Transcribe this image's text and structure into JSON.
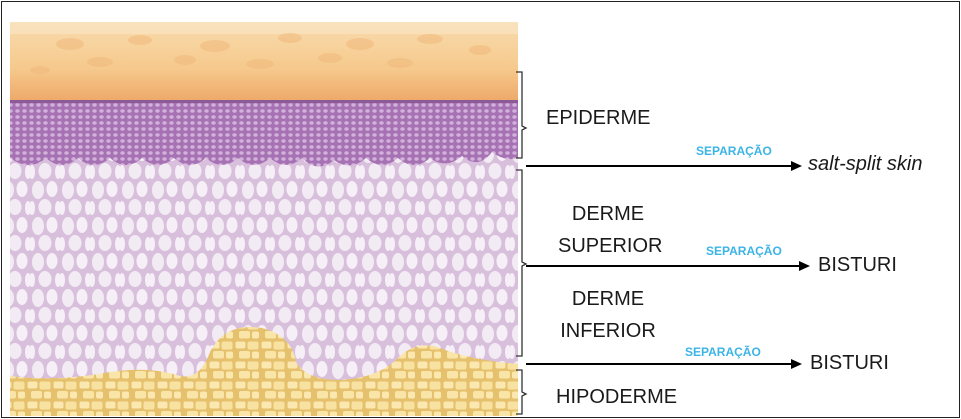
{
  "labels": {
    "epiderme": "EPIDERME",
    "derme_superior_line1": "DERME",
    "derme_superior_line2": "SUPERIOR",
    "derme_inferior_line1": "DERME",
    "derme_inferior_line2": "INFERIOR",
    "hipoderme": "HIPODERME"
  },
  "separations": [
    {
      "tag": "SEPARAÇÃO",
      "result": "salt-split skin"
    },
    {
      "tag": "SEPARAÇÃO",
      "result": "BISTURI"
    },
    {
      "tag": "SEPARAÇÃO",
      "result": "BISTURI"
    }
  ],
  "colors": {
    "separation_tag": "#3cb4e6",
    "epidermis_top": "#f4c58f",
    "epidermis_basal": "#9b62a8",
    "dermis": "#efe4ef",
    "hypodermis": "#f6dc96"
  }
}
